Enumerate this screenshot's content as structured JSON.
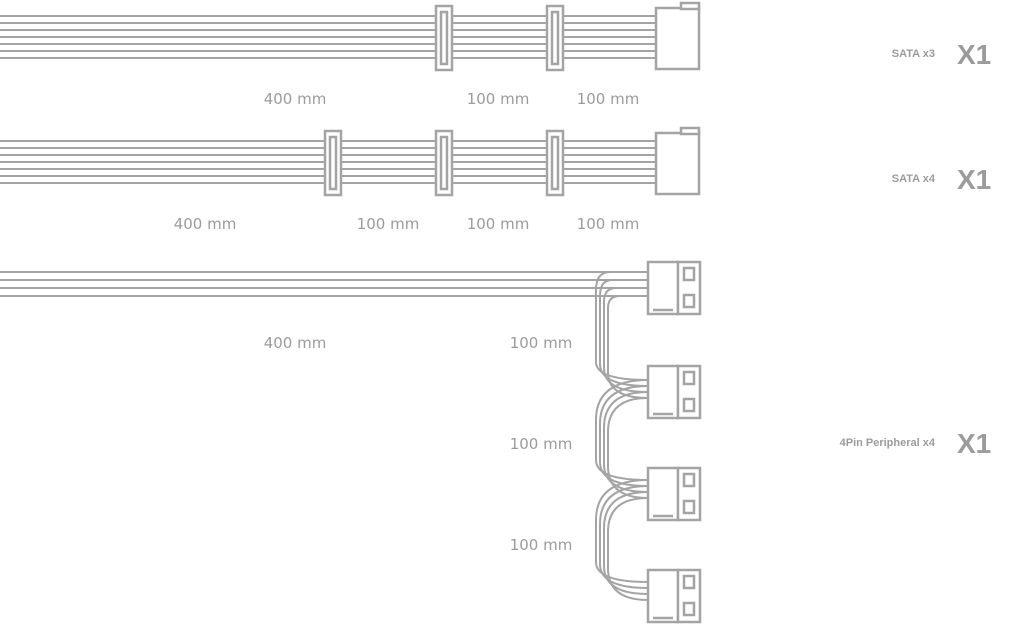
{
  "colors": {
    "line": "#a4a4a4",
    "text": "#9b9b9b",
    "background": "#ffffff"
  },
  "cables": [
    {
      "name": "SATA x3",
      "quantity": "X1",
      "connector": "sata-icon",
      "segments": [
        "400 mm",
        "100 mm",
        "100 mm"
      ]
    },
    {
      "name": "SATA x4",
      "quantity": "X1",
      "connector": "sata-icon",
      "segments": [
        "400 mm",
        "100 mm",
        "100 mm",
        "100 mm"
      ]
    },
    {
      "name": "4Pin Peripheral x4",
      "quantity": "X1",
      "connector": "molex-icon",
      "segments": [
        "400 mm",
        "100 mm",
        "100 mm",
        "100 mm"
      ]
    }
  ]
}
